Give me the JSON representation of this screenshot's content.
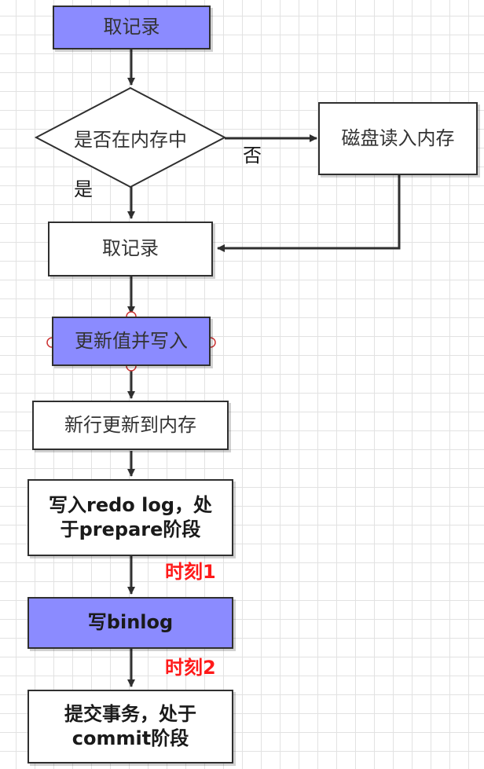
{
  "nodes": {
    "n1": "取记录",
    "decision": "是否在内存中",
    "disk": "磁盘读入内存",
    "n2": "取记录",
    "update": "更新值并写入",
    "newrow": "新行更新到内存",
    "redo_line1": "写入redo log，处",
    "redo_line2": "于prepare阶段",
    "binlog": "写binlog",
    "commit_line1": "提交事务，处于",
    "commit_line2": "commit阶段"
  },
  "labels": {
    "no": "否",
    "yes": "是",
    "moment1": "时刻1",
    "moment2": "时刻2"
  },
  "colors": {
    "process_fill": "#8b8bff",
    "moment_label": "#ff1a1a",
    "stroke": "#2f2f2f"
  }
}
